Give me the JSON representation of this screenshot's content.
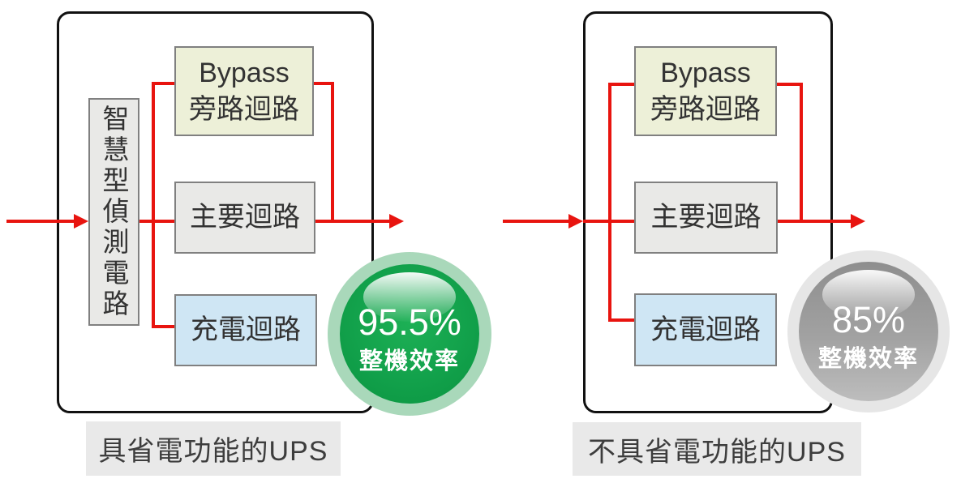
{
  "diagrams": [
    {
      "caption": "具省電功能的UPS",
      "detector": "智慧型偵測電路",
      "bypass_en": "Bypass",
      "bypass_zh": "旁路迴路",
      "main": "主要迴路",
      "charge": "充電迴路",
      "badge": {
        "value": "95.5%",
        "caption": "整機效率"
      }
    },
    {
      "caption": "不具省電功能的UPS",
      "bypass_en": "Bypass",
      "bypass_zh": "旁路迴路",
      "main": "主要迴路",
      "charge": "充電迴路",
      "badge": {
        "value": "85%",
        "caption": "整機效率"
      }
    }
  ],
  "colors": {
    "flow_line": "#e8140f",
    "enclosure_border": "#111111",
    "bypass_fill": "#edf0d8",
    "main_fill": "#e9e9e7",
    "charge_fill": "#cfe6f4",
    "detector_fill": "#e9e9e7",
    "caption_fill": "#e9e9e9",
    "badge_green": "#12a14b",
    "badge_green_ring": "#a9d8ba",
    "badge_gray": "#9e9e9e",
    "badge_gray_ring": "#e6e6e6"
  }
}
